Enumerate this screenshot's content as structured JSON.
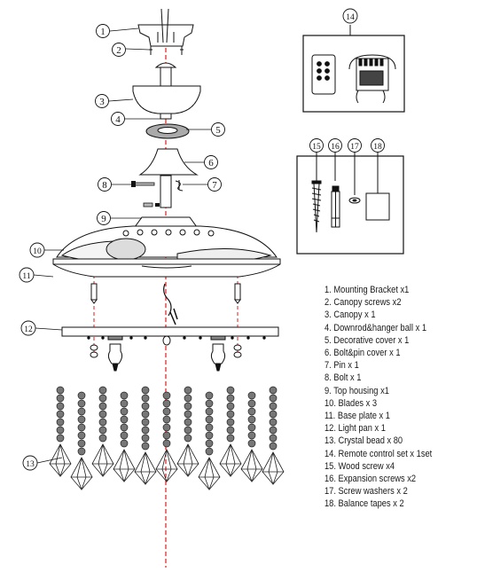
{
  "callouts": [
    "1",
    "2",
    "3",
    "4",
    "5",
    "6",
    "7",
    "8",
    "9",
    "10",
    "11",
    "12",
    "13",
    "14",
    "15",
    "16",
    "17",
    "18"
  ],
  "parts": [
    "1.  Mounting Bracket x1",
    "2.  Canopy screws x2",
    "3.  Canopy x 1",
    "4.  Downrod&hanger ball x 1",
    "5.  Decorative cover x 1",
    "6.  Bolt&pin cover x 1",
    "7.  Pin x 1",
    "8.  Bolt x 1",
    "9.  Top housing x1",
    "10.   Blades x 3",
    "11.  Base plate x 1",
    "12.  Light pan x 1",
    "13.  Crystal bead x 80",
    "14.  Remote control set x 1set",
    "15. Wood screw x4",
    "16. Expansion screws x2",
    "17. Screw washers x 2",
    "18. Balance tapes x 2"
  ],
  "colors": {
    "axis": "#d62020",
    "line": "#111111",
    "bead": "#666666"
  }
}
